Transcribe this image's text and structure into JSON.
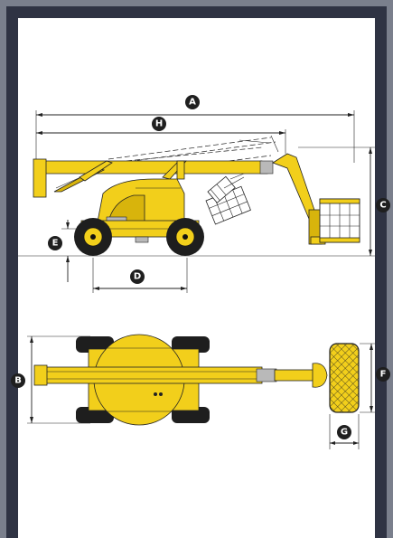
{
  "side_view": {
    "labels": {
      "A": "A",
      "H": "H",
      "C": "C",
      "E": "E",
      "D": "D"
    }
  },
  "top_view": {
    "labels": {
      "B": "B",
      "F": "F",
      "G": "G"
    }
  },
  "colors": {
    "machine_yellow": "#f2cf1b",
    "frame_grey": "#7a7f8c",
    "frame_dark": "#2f3343"
  }
}
